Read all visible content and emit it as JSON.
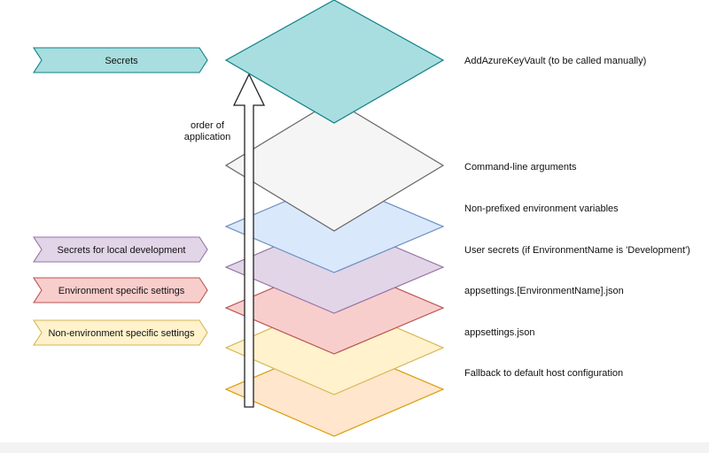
{
  "layers": [
    {
      "label": "AddAzureKeyVault (to be called manually)",
      "fill": "#a8dedf",
      "stroke": "#0e8088"
    },
    {
      "label": "Command-line arguments",
      "fill": "#f5f5f5",
      "stroke": "#666666"
    },
    {
      "label": "Non-prefixed environment variables",
      "fill": "#dae8fc",
      "stroke": "#6c8ebf"
    },
    {
      "label": "User secrets (if EnvironmentName is 'Development')",
      "fill": "#e1d5e7",
      "stroke": "#9673a6"
    },
    {
      "label": "appsettings.[EnvironmentName].json",
      "fill": "#f8cecc",
      "stroke": "#b85450"
    },
    {
      "label": "appsettings.json",
      "fill": "#fff2cc",
      "stroke": "#d6b656"
    },
    {
      "label": "Fallback to default host configuration",
      "fill": "#ffe6cc",
      "stroke": "#d79b00"
    }
  ],
  "tags": [
    {
      "label": "Secrets",
      "fill": "#a8dedf",
      "stroke": "#0e8088"
    },
    {
      "label": "Secrets for local development",
      "fill": "#e1d5e7",
      "stroke": "#9673a6"
    },
    {
      "label": "Environment specific settings",
      "fill": "#f8cecc",
      "stroke": "#b85450"
    },
    {
      "label": "Non-environment specific settings",
      "fill": "#fff2cc",
      "stroke": "#d6b656"
    }
  ],
  "order_arrow": {
    "label_line1": "order of",
    "label_line2": "application"
  }
}
